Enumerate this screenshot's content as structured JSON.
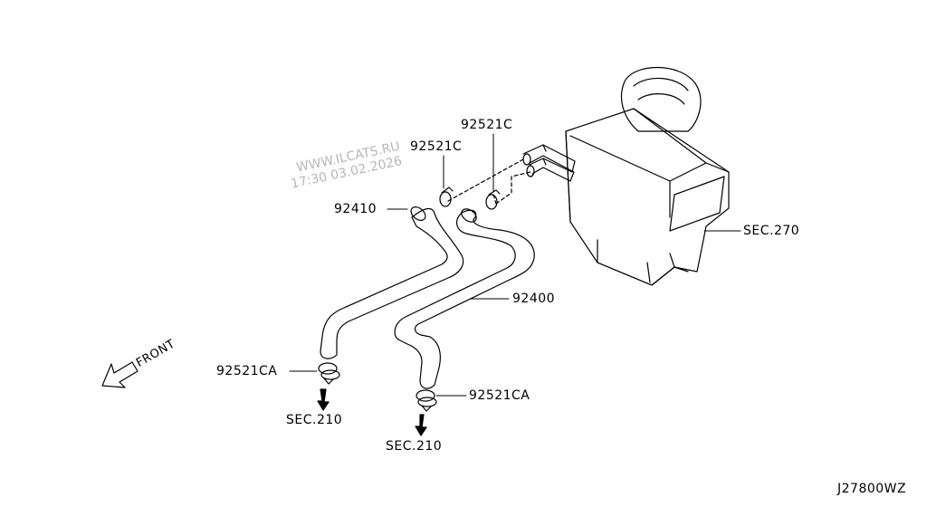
{
  "diagram": {
    "watermark": {
      "line1": "WWW.ILCATS.RU",
      "line2": "17:30 03.02.2026"
    },
    "parts": {
      "clip_upper_left": "92521C",
      "clip_upper_right": "92521C",
      "hose_inlet": "92410",
      "hose_outlet": "92400",
      "clip_lower_left": "92521CA",
      "clip_lower_right": "92521CA"
    },
    "sections": {
      "heater_unit": "SEC.270",
      "engine_left": "SEC.210",
      "engine_right": "SEC.210"
    },
    "direction_label": "FRONT",
    "drawing_code": "J27800WZ"
  }
}
